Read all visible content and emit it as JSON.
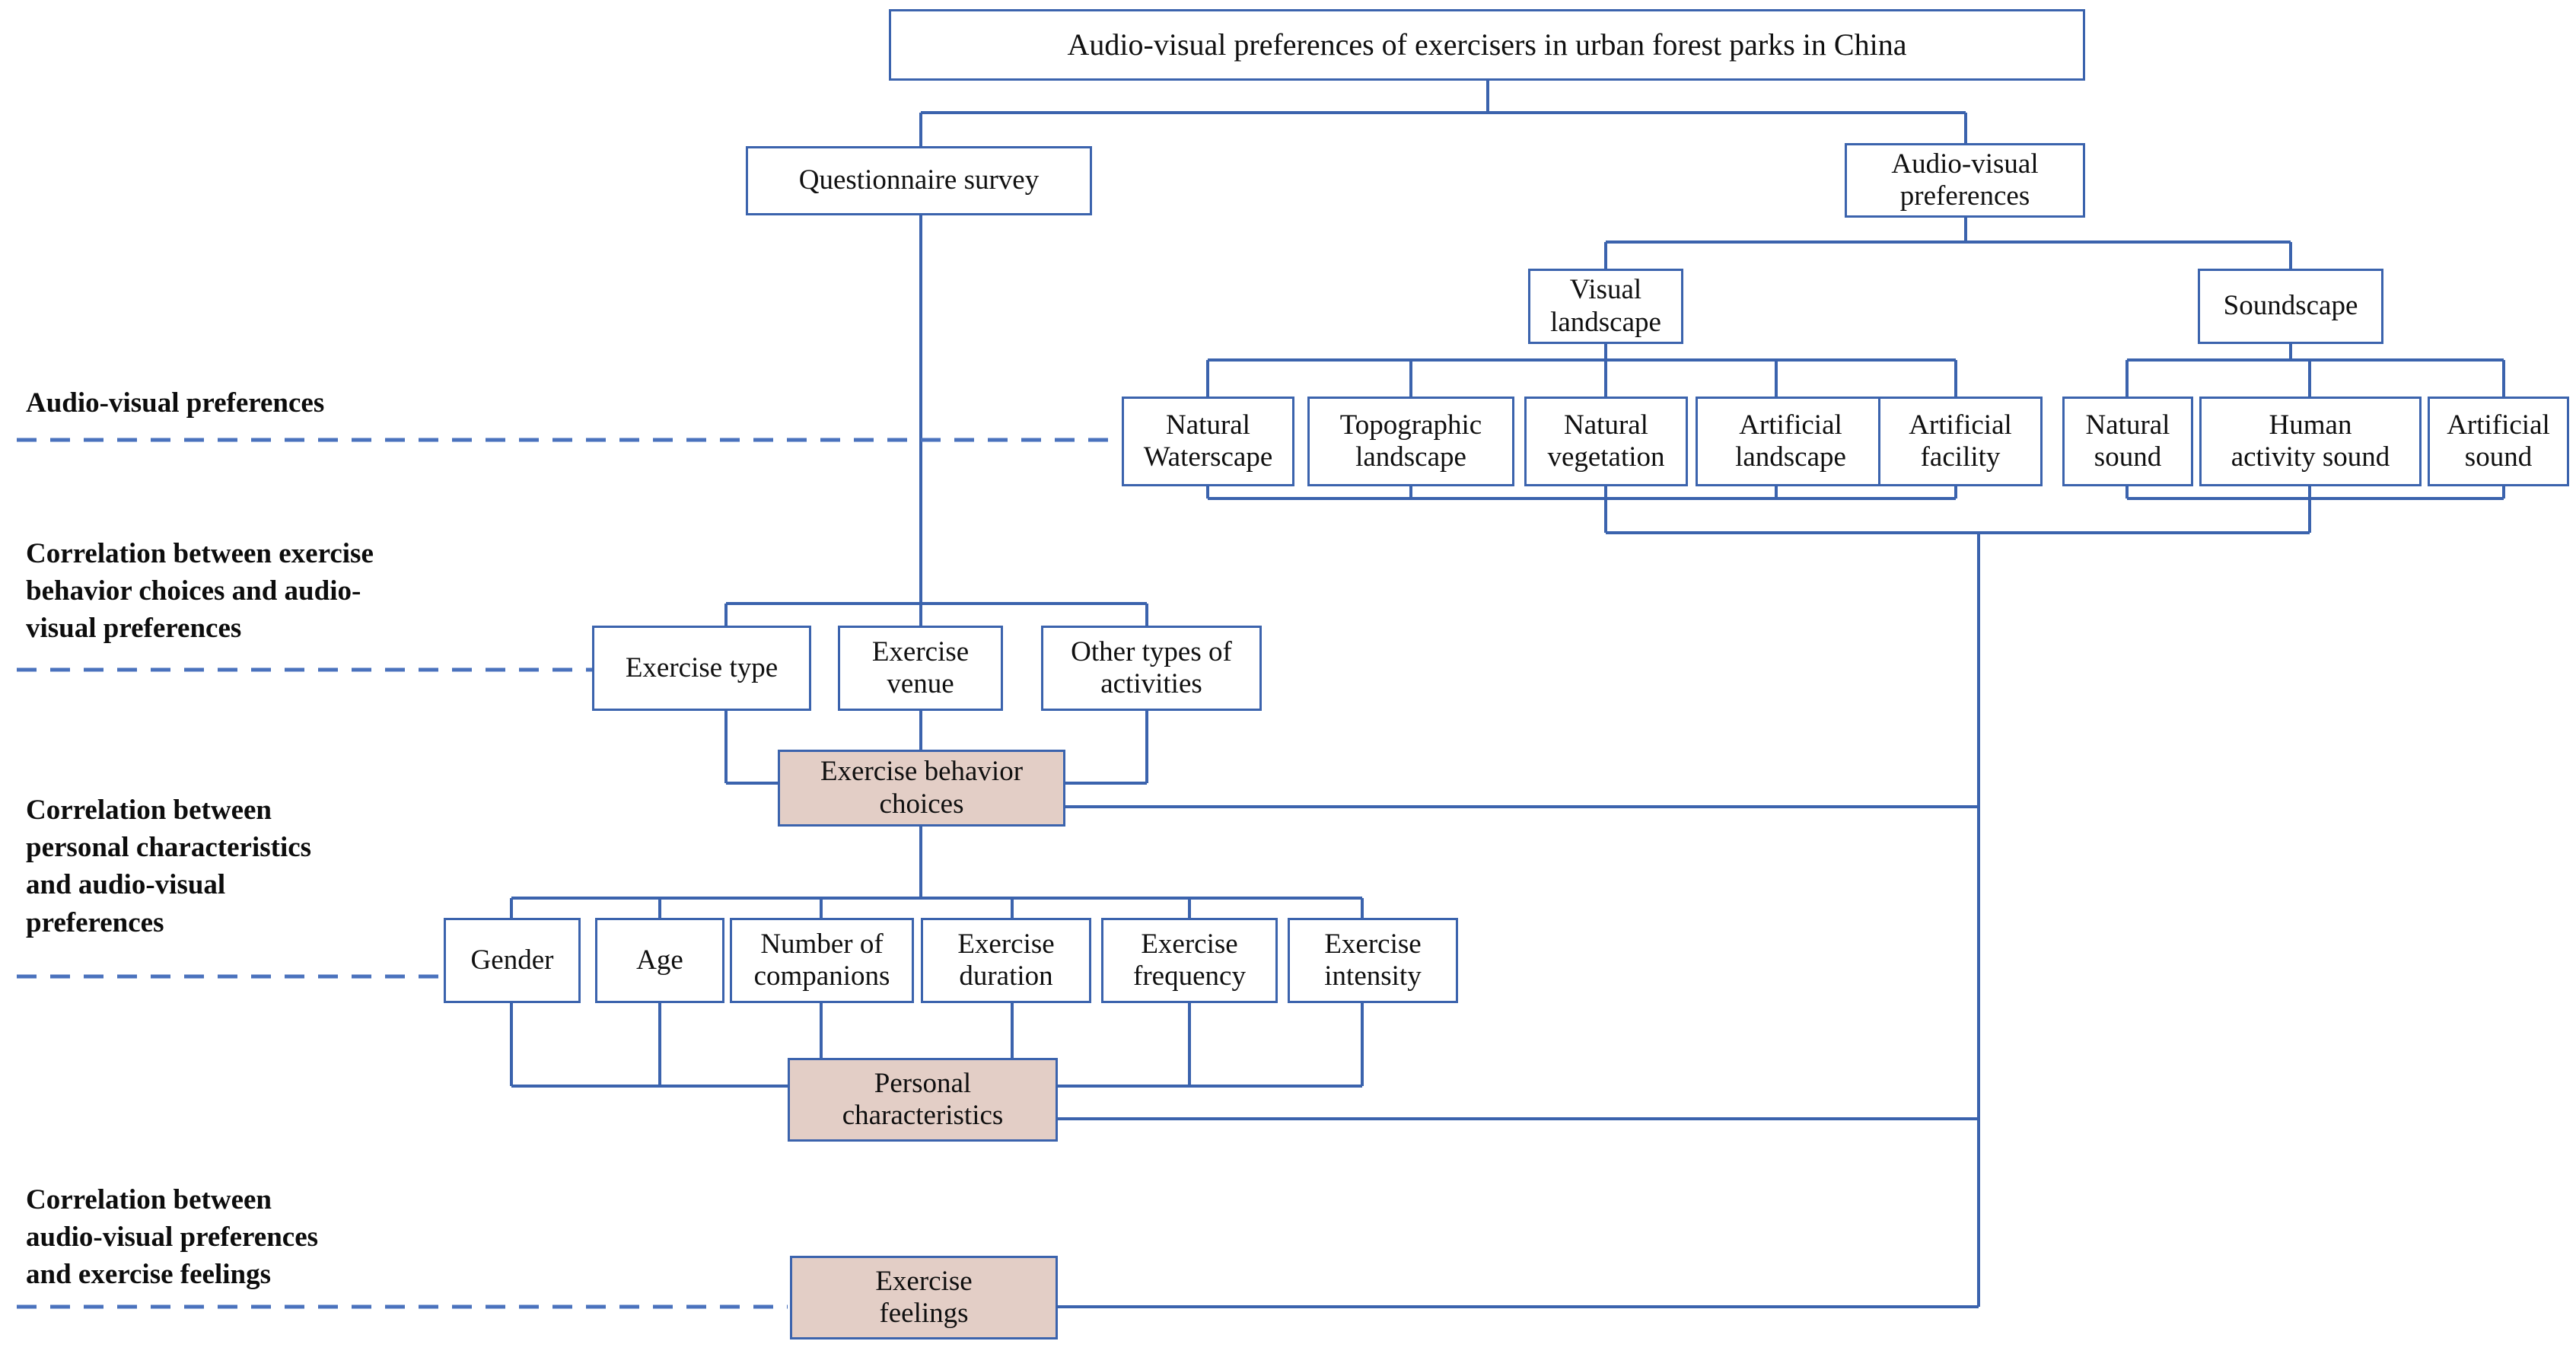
{
  "diagram": {
    "title": "Audio-visual preferences of exercisers in urban forest parks in China",
    "root_box": {
      "label": "Audio-visual preferences of exercisers in urban forest parks in China"
    },
    "level2": [
      {
        "id": "questionnaire-survey",
        "label": "Questionnaire survey"
      },
      {
        "id": "audio-visual-preferences",
        "label": "Audio-visual\npreferences"
      }
    ],
    "level3": [
      {
        "id": "visual-landscape",
        "label": "Visual\nlandscape"
      },
      {
        "id": "soundscape",
        "label": "Soundscape"
      }
    ],
    "visual_landscape_items": [
      {
        "id": "natural-waterscape",
        "label": "Natural\nWaterscape"
      },
      {
        "id": "topographic-landscape",
        "label": "Topographic\nlandscape"
      },
      {
        "id": "natural-vegetation",
        "label": "Natural\nvegetation"
      },
      {
        "id": "artificial-landscape",
        "label": "Artificial\nlandscape"
      },
      {
        "id": "artificial-facility",
        "label": "Artificial\nfacility"
      }
    ],
    "soundscape_items": [
      {
        "id": "natural-sound",
        "label": "Natural\nsound"
      },
      {
        "id": "human-activity-sound",
        "label": "Human\nactivity sound"
      },
      {
        "id": "artificial-sound",
        "label": "Artificial\nsound"
      }
    ],
    "exercise_behavior_items": [
      {
        "id": "exercise-type",
        "label": "Exercise type"
      },
      {
        "id": "exercise-venue",
        "label": "Exercise\nvenue"
      },
      {
        "id": "other-types-of-activities",
        "label": "Other types of\nactivities"
      }
    ],
    "exercise_behavior_group": {
      "id": "exercise-behavior-choices",
      "label": "Exercise behavior\nchoices"
    },
    "personal_characteristics_items": [
      {
        "id": "gender",
        "label": "Gender"
      },
      {
        "id": "age",
        "label": "Age"
      },
      {
        "id": "number-of-companions",
        "label": "Number of\ncompanions"
      },
      {
        "id": "exercise-duration",
        "label": "Exercise\nduration"
      },
      {
        "id": "exercise-frequency",
        "label": "Exercise\nfrequency"
      },
      {
        "id": "exercise-intensity",
        "label": "Exercise\nintensity"
      }
    ],
    "personal_characteristics_group": {
      "id": "personal-characteristics",
      "label": "Personal\ncharacteristics"
    },
    "exercise_feelings_group": {
      "id": "exercise-feelings",
      "label": "Exercise\nfeelings"
    },
    "rail_labels": [
      {
        "id": "rail-audio-visual-preferences",
        "label": "Audio-visual preferences"
      },
      {
        "id": "rail-exercise-behavior",
        "label": "Correlation between exercise\nbehavior choices  and audio-\nvisual preferences"
      },
      {
        "id": "rail-personal-characteristics",
        "label": "Correlation between\npersonal characteristics\nand audio-visual\npreferences"
      },
      {
        "id": "rail-exercise-feelings",
        "label": "Correlation between\naudio-visual preferences\nand exercise feelings"
      }
    ],
    "colors": {
      "line": "#3b63ad",
      "box_border": "#3b63ad",
      "box_fill": "#ffffff",
      "shaded_fill": "#e3cec6",
      "text": "#101010",
      "dashed_line": "#4a72bd"
    }
  }
}
